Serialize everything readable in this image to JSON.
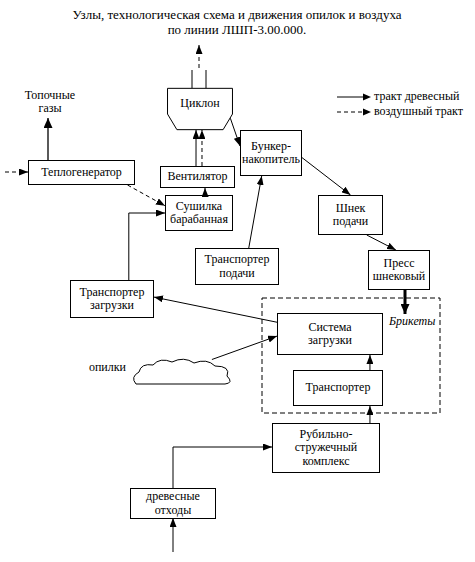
{
  "diagram": {
    "title": "Узлы, технологическая схема и движения опилок и воздуха по линии ЛШП-3.00.000.",
    "nodes": [
      {
        "text": [
          "Циклон"
        ]
      },
      {
        "text": [
          "Бункер-накопитель"
        ]
      },
      {
        "text": [
          "Теплогенератор"
        ]
      },
      {
        "text": [
          "Вентилятор"
        ]
      },
      {
        "text": [
          "Сушилка барабанная"
        ]
      },
      {
        "text": [
          "Шнек подачи"
        ]
      },
      {
        "text": [
          "Транспортер подачи"
        ]
      },
      {
        "text": [
          "Пресс шнековый"
        ]
      },
      {
        "text": [
          "Транспортер загрузки"
        ]
      },
      {
        "text": [
          "Система загрузки"
        ]
      },
      {
        "text": [
          "опилки"
        ]
      },
      {
        "text": [
          "Транспортер"
        ]
      },
      {
        "text": [
          "Рубильно-стружечный комплекс"
        ]
      },
      {
        "text": [
          "древесные отходы"
        ]
      }
    ],
    "edges": [
      {
        "from": 2,
        "to": 4,
        "arrow": "to"
      },
      {
        "from": 4,
        "to": 3,
        "arrow": "to"
      },
      {
        "from": 3,
        "to": 0,
        "arrow": "to"
      },
      {
        "from": 3,
        "to": 0,
        "arrow": "to"
      },
      {
        "from": 0,
        "to": 1,
        "arrow": "to"
      },
      {
        "from": 6,
        "to": 1,
        "arrow": "to"
      },
      {
        "from": 1,
        "to": 5,
        "arrow": "to"
      },
      {
        "from": 5,
        "to": 7,
        "arrow": "to"
      },
      {
        "from": 8,
        "to": 4,
        "arrow": "to"
      },
      {
        "from": 9,
        "to": 8,
        "arrow": "to"
      },
      {
        "from": 10,
        "to": 9,
        "arrow": "to"
      },
      {
        "from": 11,
        "to": 9,
        "arrow": "to"
      },
      {
        "from": 12,
        "to": 11,
        "arrow": "to"
      },
      {
        "from": 13,
        "to": 12,
        "arrow": "to"
      }
    ],
    "labels": [
      "Топочные газы",
      "Брикеты"
    ],
    "legend": [
      {
        "text": "тракт древесный"
      },
      {
        "text": "воздушный тракт"
      }
    ]
  }
}
